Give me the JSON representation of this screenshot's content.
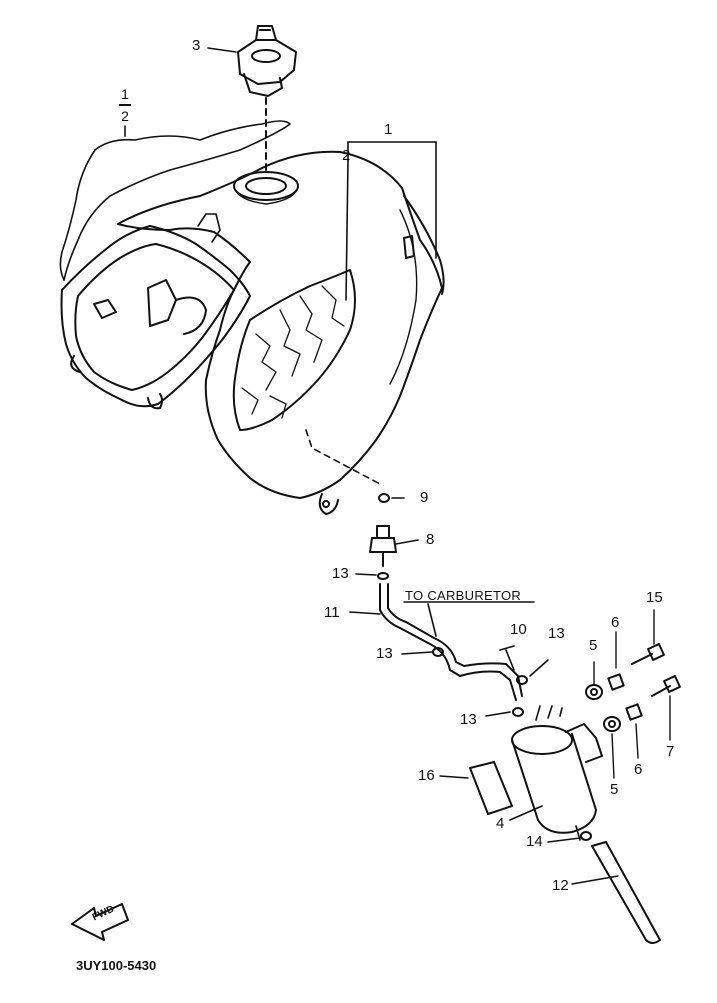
{
  "callouts": {
    "c1_top": "1",
    "c1_half_num": "1",
    "c1_half_den": "2",
    "c2": "2",
    "c3": "3",
    "c4": "4",
    "c5a": "5",
    "c5b": "5",
    "c6a": "6",
    "c6b": "6",
    "c7": "7",
    "c8": "8",
    "c9": "9",
    "c10": "10",
    "c11": "11",
    "c12": "12",
    "c13a": "13",
    "c13b": "13",
    "c13c": "13",
    "c13d": "13",
    "c14": "14",
    "c15": "15",
    "c16": "16"
  },
  "labels": {
    "to_carburetor": "TO CARBURETOR",
    "fwd": "FWD",
    "diagram_code": "3UY100-5430"
  },
  "colors": {
    "ink": "#111111",
    "paper": "#ffffff"
  }
}
